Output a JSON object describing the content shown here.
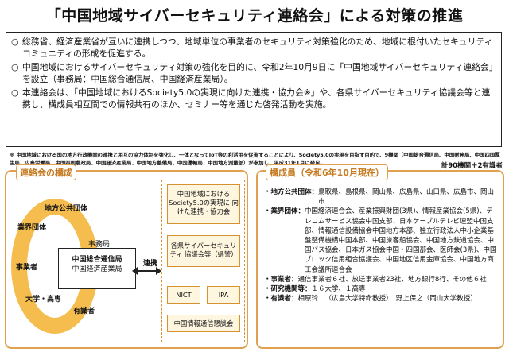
{
  "title": "「中国地域サイバーセキュリティ連絡会」による対策の推進",
  "summary": {
    "items": [
      "総務省、経済産業省が互いに連携しつつ、地域単位の事業者のセキュリティ対策強化のため、地域に根付いたセキュリティコミュニティの形成を促進する。",
      "中国地域におけるサイバーセキュリティ対策の強化を目的に、令和2年10月9日に「中国地域サイバーセキュリティ連絡会」を設立（事務局：中国総合通信局、中国経済産業局）。",
      "本連絡会は、「中国地域におけるSociety5.0の実現に向けた連携・協力会※」や、各県サイバーセキュリティ協議会等と連携し、構成員相互間での情報共有のほか、セミナー等を通じた啓発活動を実施。"
    ],
    "bullet_symbol": "○"
  },
  "footnote": "※ 中国地域における国の地方行政機関の連携と相互の協力体制を強化し、一体となってIoT等の利活用を促進することにより、Society5.0の実現を目指す目的で、9機関（中国総合通信局、中国財務局、中国四国厚生局、広島労働局、中国四国農政局、中国経済産業局、中国地方整備局、中国運輸局、中国地方測量部）が参加し、平成31年1月に発足。",
  "left_panel": {
    "heading": "連絡会の構成",
    "ring_labels": [
      "地方公共団体",
      "業界団体",
      "事業者",
      "大学・高専",
      "有識者"
    ],
    "secretariat_label": "事務局",
    "core_lines": [
      "中国総合通信局",
      "中国経済産業局"
    ],
    "link_label": "連携",
    "partner_boxes": [
      "中国地域における Society5.0の実現に 向けた連携・協力会",
      "各県サイバーセキュリティ 協議会等（県警）",
      "NICT",
      "IPA",
      "中国情報通信懇談会"
    ]
  },
  "right_panel": {
    "heading": "構成員（令和6年10月現在）",
    "total": "計90機関＋2有識者",
    "rows": [
      {
        "label": "・地方公共団体：",
        "text": "鳥取県、島根県、岡山県、広島県、山口県、広島市、岡山市"
      },
      {
        "label": "・業界団体：",
        "text": "中国経済連合会、産業振興財団(3県)、情報産業協会(5県)、テレコムサービス協会中国支部、日本ケーブルテレビ連盟中国支部、情報通信設備協会中国地方本部、独立行政法人中小企業基盤整備機構中国本部、中国旅客船協会、中国地方鉄道協会、中国バス協会、日本ガス協会中国・四国部会、医師会(3県)、中国ブロック信用組合協議会、中国地区信用金庫協会、中国地方商工会議所連合会"
      },
      {
        "label": "・事業者：",
        "text": "通信事業者６社、放送事業者23社、地方銀行8行、その他６社"
      },
      {
        "label": "・研究機関等：",
        "text": "１６大学、１高専"
      },
      {
        "label": "・有識者：",
        "text": "相原玲二（広島大学特命教授）　野上保之（岡山大学教授）"
      }
    ]
  },
  "colors": {
    "accent_orange": "#f5bd4e",
    "panel_border": "#e0a050",
    "box_fill": "#fff6e0"
  }
}
